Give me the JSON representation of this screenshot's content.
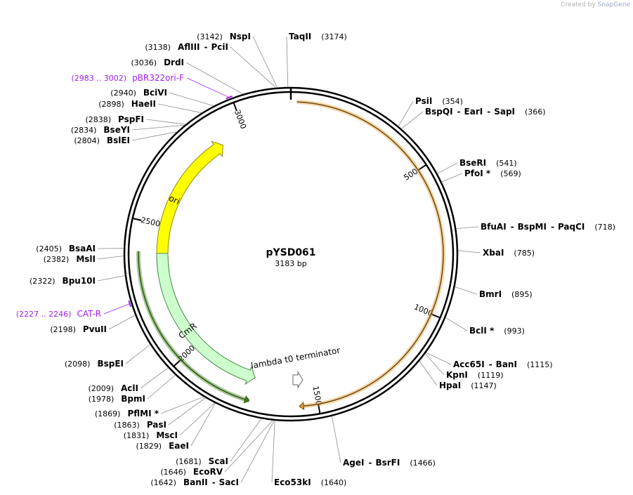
{
  "credit": {
    "prefix": "Created by",
    "brand": "SnapGene"
  },
  "plasmid": {
    "name": "pYSD061",
    "length_label": "3183 bp",
    "length": 3183
  },
  "ticks": [
    {
      "pos": 500,
      "label": "500"
    },
    {
      "pos": 1000,
      "label": "1000"
    },
    {
      "pos": 1500,
      "label": "1500"
    },
    {
      "pos": 2000,
      "label": "2000"
    },
    {
      "pos": 2500,
      "label": "2500"
    },
    {
      "pos": 3000,
      "label": "3000"
    }
  ],
  "features": [
    {
      "name": "ori",
      "label": "ori",
      "color": "#ffff00",
      "stroke": "#8a8a00",
      "start": 2313,
      "end": 2901,
      "strand": 1
    },
    {
      "name": "cmr",
      "label": "CmR",
      "color": "#ccffcc",
      "stroke": "#4a8a4a",
      "start": 1734,
      "end": 2390,
      "strand": -1
    },
    {
      "name": "terminator",
      "label": "lambda t0 terminator",
      "color": "#ffffff",
      "stroke": "#666666",
      "pos": 1637
    }
  ],
  "orfs": [
    {
      "name": "orange-orf",
      "color": "#e8a33c",
      "start": 20,
      "end": 1563,
      "dir": 1
    },
    {
      "name": "green-orf",
      "color": "#3f7f1a",
      "start": 1732,
      "end": 2397,
      "dir": -1
    }
  ],
  "primers": [
    {
      "name": "pBR322ori-F",
      "range": "(2983 .. 3002)",
      "pos": 2993
    },
    {
      "name": "CAT-R",
      "range": "(2227 .. 2246)",
      "pos": 2236
    }
  ],
  "sites": [
    {
      "pos": 3174,
      "names": [
        "TaqII"
      ],
      "pos_label": "(3174)",
      "side": "right"
    },
    {
      "pos": 354,
      "names": [
        "PsiI"
      ],
      "pos_label": "(354)",
      "side": "right"
    },
    {
      "pos": 366,
      "names": [
        "BspQI",
        "EarI",
        "SapI"
      ],
      "pos_label": "(366)",
      "side": "right"
    },
    {
      "pos": 541,
      "names": [
        "BseRI"
      ],
      "pos_label": "(541)",
      "side": "right"
    },
    {
      "pos": 569,
      "names": [
        "PfoI *"
      ],
      "pos_label": "(569)",
      "side": "right"
    },
    {
      "pos": 718,
      "names": [
        "BfuAI",
        "BspMI",
        "PaqCI"
      ],
      "pos_label": "(718)",
      "side": "right"
    },
    {
      "pos": 785,
      "names": [
        "XbaI"
      ],
      "pos_label": "(785)",
      "side": "right"
    },
    {
      "pos": 895,
      "names": [
        "BmrI"
      ],
      "pos_label": "(895)",
      "side": "right"
    },
    {
      "pos": 993,
      "names": [
        "BclI *"
      ],
      "pos_label": "(993)",
      "side": "right"
    },
    {
      "pos": 1115,
      "names": [
        "Acc65I",
        "BanI"
      ],
      "pos_label": "(1115)",
      "side": "right"
    },
    {
      "pos": 1119,
      "names": [
        "KpnI"
      ],
      "pos_label": "(1119)",
      "side": "right"
    },
    {
      "pos": 1147,
      "names": [
        "HpaI"
      ],
      "pos_label": "(1147)",
      "side": "right"
    },
    {
      "pos": 1466,
      "names": [
        "AgeI",
        "BsrFI"
      ],
      "pos_label": "(1466)",
      "side": "right"
    },
    {
      "pos": 1640,
      "names": [
        "Eco53kI"
      ],
      "pos_label": "(1640)",
      "side": "right"
    },
    {
      "pos": 1642,
      "names": [
        "BanII",
        "SacI"
      ],
      "pos_label": "(1642)",
      "side": "left"
    },
    {
      "pos": 1646,
      "names": [
        "EcoRV"
      ],
      "pos_label": "(1646)",
      "side": "left"
    },
    {
      "pos": 1681,
      "names": [
        "ScaI"
      ],
      "pos_label": "(1681)",
      "side": "left"
    },
    {
      "pos": 1829,
      "names": [
        "EaeI"
      ],
      "pos_label": "(1829)",
      "side": "left"
    },
    {
      "pos": 1831,
      "names": [
        "MscI"
      ],
      "pos_label": "(1831)",
      "side": "left"
    },
    {
      "pos": 1863,
      "names": [
        "PasI"
      ],
      "pos_label": "(1863)",
      "side": "left"
    },
    {
      "pos": 1869,
      "names": [
        "PflMI *"
      ],
      "pos_label": "(1869)",
      "side": "left"
    },
    {
      "pos": 1978,
      "names": [
        "BpmI"
      ],
      "pos_label": "(1978)",
      "side": "left"
    },
    {
      "pos": 2009,
      "names": [
        "AclI"
      ],
      "pos_label": "(2009)",
      "side": "left"
    },
    {
      "pos": 2098,
      "names": [
        "BspEI"
      ],
      "pos_label": "(2098)",
      "side": "left"
    },
    {
      "pos": 2198,
      "names": [
        "PvuII"
      ],
      "pos_label": "(2198)",
      "side": "left"
    },
    {
      "pos": 2322,
      "names": [
        "Bpu10I"
      ],
      "pos_label": "(2322)",
      "side": "left"
    },
    {
      "pos": 2382,
      "names": [
        "MslI"
      ],
      "pos_label": "(2382)",
      "side": "left"
    },
    {
      "pos": 2405,
      "names": [
        "BsaAI"
      ],
      "pos_label": "(2405)",
      "side": "left"
    },
    {
      "pos": 2804,
      "names": [
        "BslEI"
      ],
      "pos_label": "(2804)",
      "side": "left"
    },
    {
      "pos": 2834,
      "names": [
        "BseYI"
      ],
      "pos_label": "(2834)",
      "side": "left"
    },
    {
      "pos": 2838,
      "names": [
        "PspFI"
      ],
      "pos_label": "(2838)",
      "side": "left"
    },
    {
      "pos": 2898,
      "names": [
        "HaeII"
      ],
      "pos_label": "(2898)",
      "side": "left"
    },
    {
      "pos": 2940,
      "names": [
        "BciVI"
      ],
      "pos_label": "(2940)",
      "side": "left"
    },
    {
      "pos": 3036,
      "names": [
        "DrdI"
      ],
      "pos_label": "(3036)",
      "side": "left"
    },
    {
      "pos": 3138,
      "names": [
        "AflIII",
        "PciI"
      ],
      "pos_label": "(3138)",
      "side": "left"
    },
    {
      "pos": 3142,
      "names": [
        "NspI"
      ],
      "pos_label": "(3142)",
      "side": "left"
    }
  ]
}
